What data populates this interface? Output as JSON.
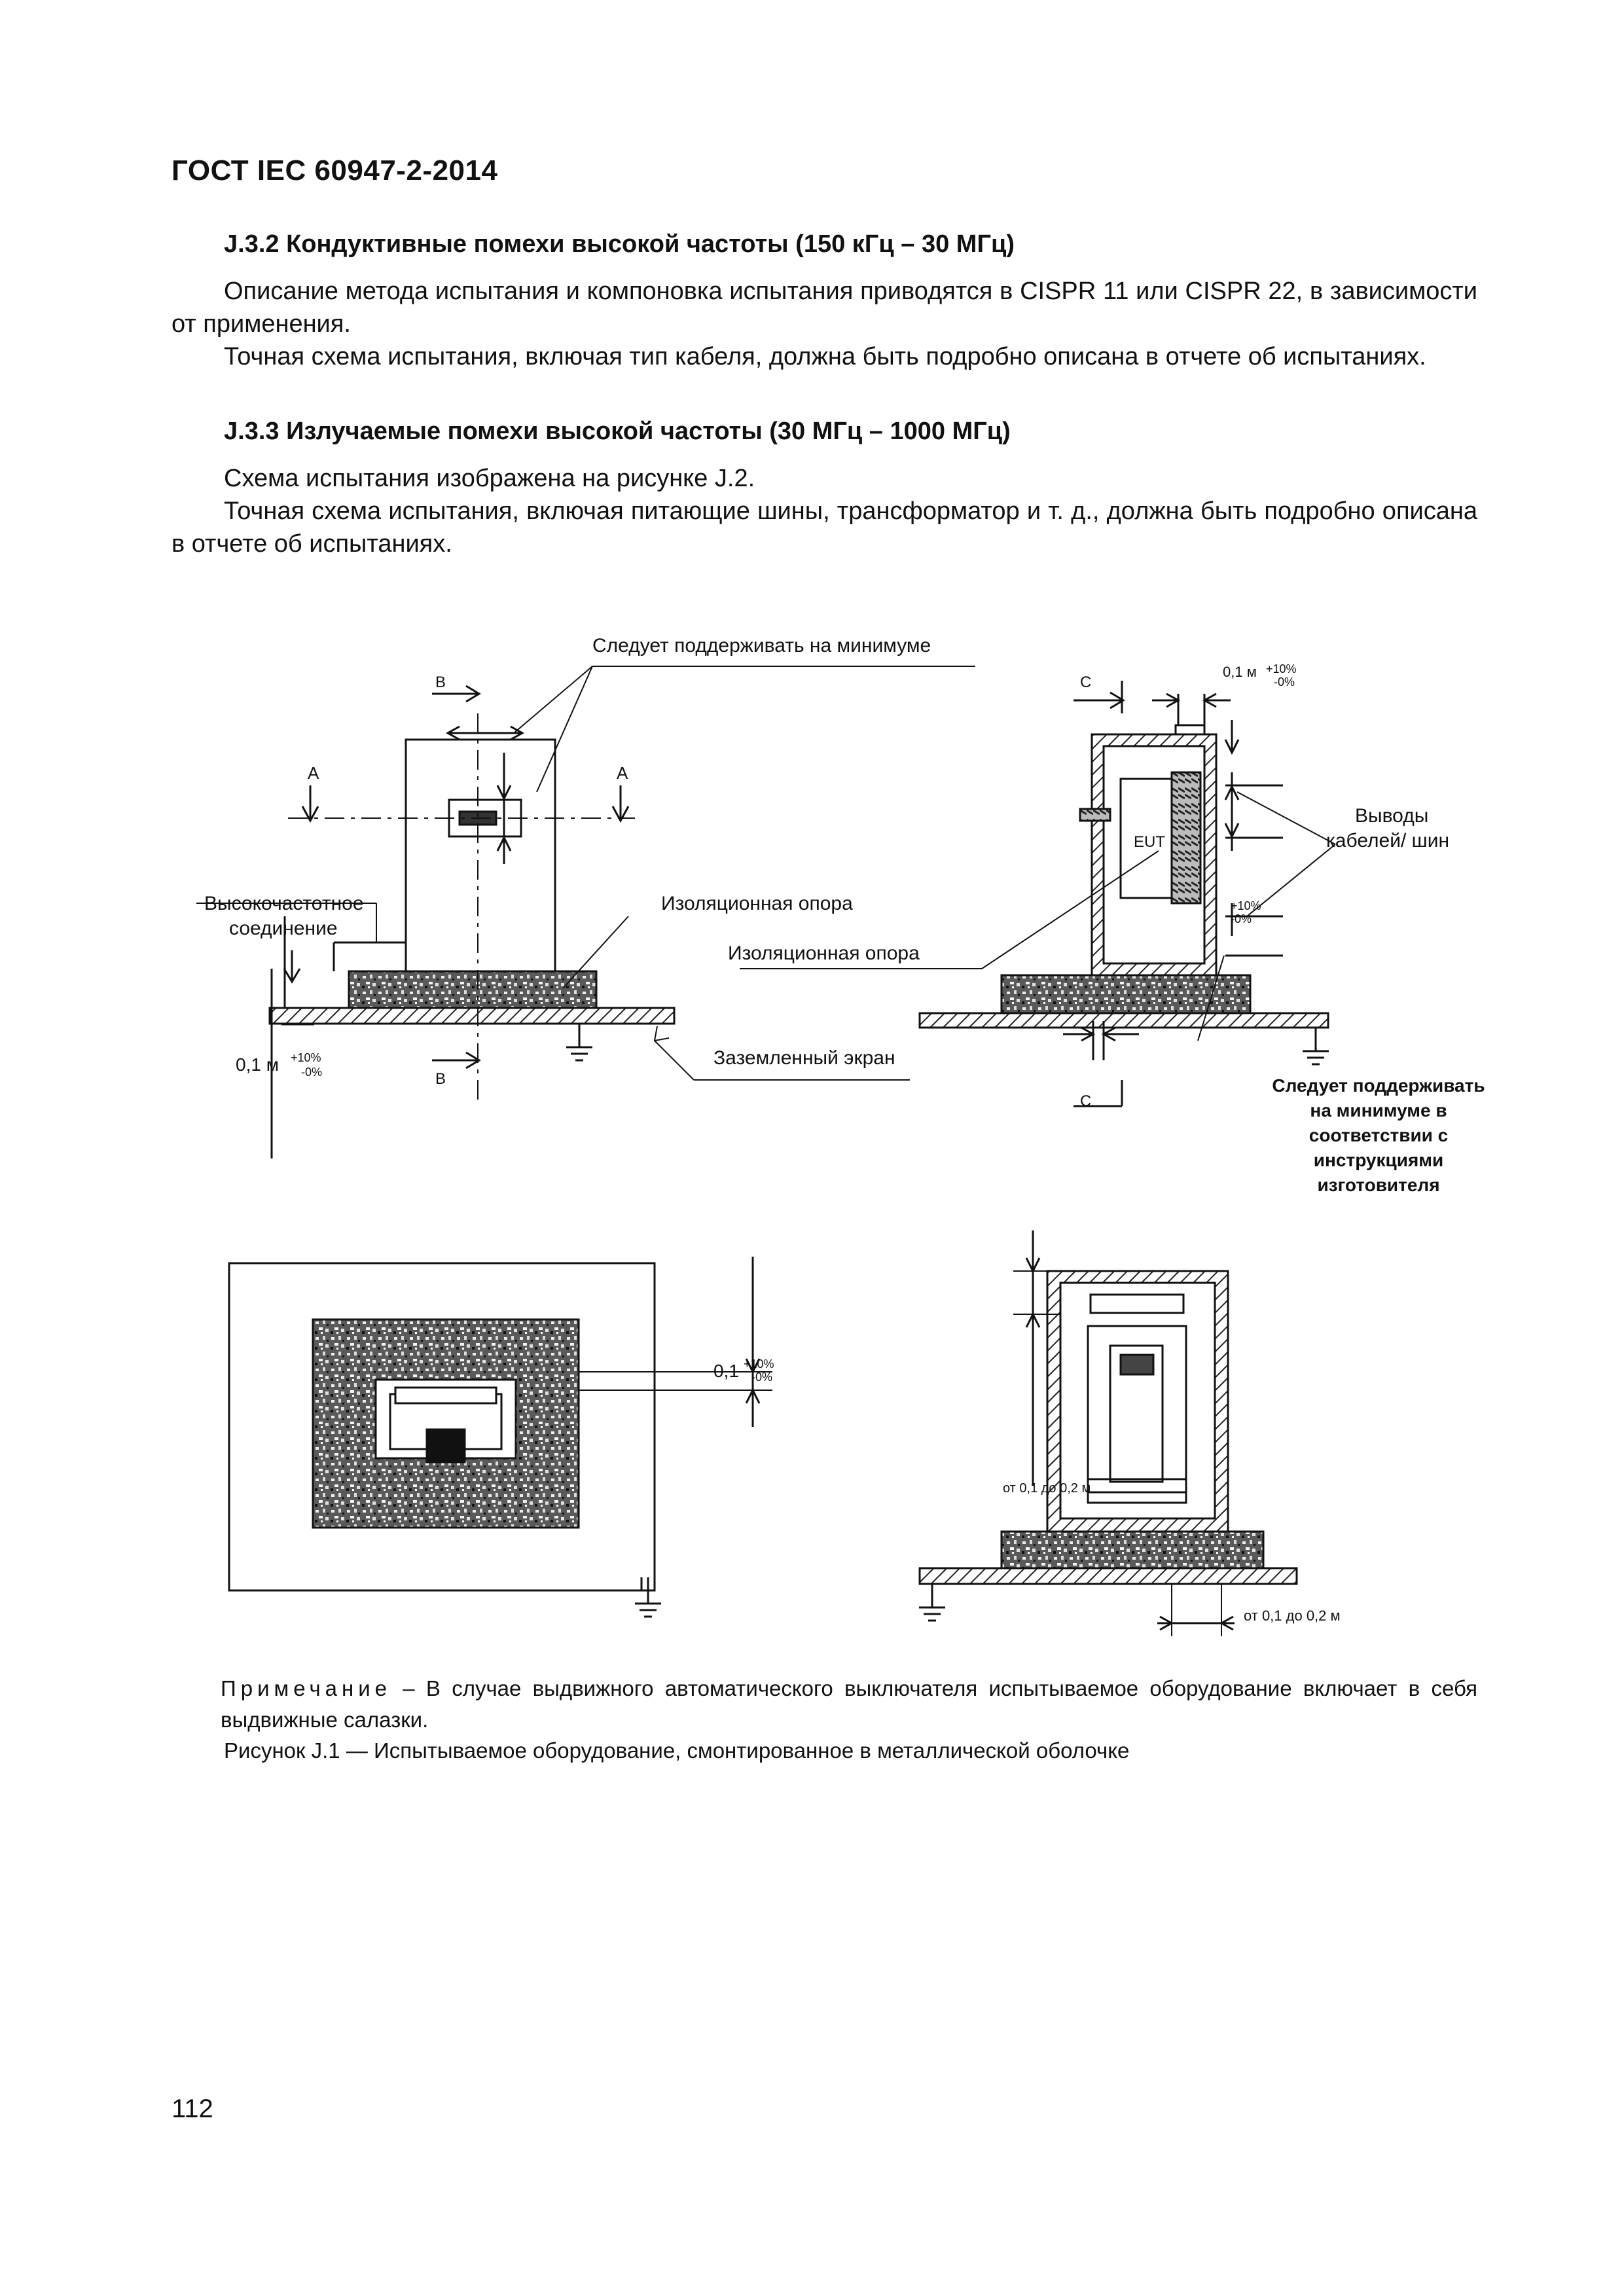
{
  "header": {
    "doc_id": "ГОСТ IEC 60947-2-2014"
  },
  "sections": [
    {
      "heading": "J.3.2 Кондуктивные помехи высокой частоты (150 кГц – 30 МГц)",
      "paragraphs": [
        "Описание метода испытания и компоновка испытания приводятся в CISPR 11 или CISPR 22, в зависимости от применения.",
        "Точная схема испытания, включая тип кабеля, должна быть подробно описана в отчете об испытаниях."
      ]
    },
    {
      "heading": "J.3.3 Излучаемые помехи высокой частоты (30 МГц – 1000 МГц)",
      "paragraphs": [
        "Схема испытания изображена на рисунке J.2.",
        "Точная схема испытания, включая питающие шины, трансформатор и т. д., должна быть подробно описана в отчете об испытаниях."
      ]
    }
  ],
  "figure": {
    "labels": {
      "keep_min": "Следует поддерживать на минимуме",
      "hf_connection_1": "Высокочастотное",
      "hf_connection_2": "соединение",
      "insulating_support_1": "Изоляционная опора",
      "insulating_support_2": "Изоляционная опора",
      "grounded_screen": "Заземленный экран",
      "cable_outputs_1": "Выводы",
      "cable_outputs_2": "кабелей/ шин",
      "keep_min_mfr_1": "Следует поддерживать",
      "keep_min_mfr_2": "на минимуме в",
      "keep_min_mfr_3": "соответствии с",
      "keep_min_mfr_4": "инструкциями",
      "keep_min_mfr_5": "изготовителя",
      "eut": "EUT",
      "section_a": "A",
      "section_b": "B",
      "section_c": "C",
      "dim_01": "0,1 м",
      "dim_01_short": "0,1",
      "dim_tol_plus": "+10%",
      "dim_tol_minus": "-0%",
      "dim_range_1": "от 0,1 до 0,2 м",
      "dim_range_2": "от 0,1 до 0,2 м"
    },
    "note_prefix": "Примечание",
    "note_text": " – В случае выдвижного автоматического выключателя испытываемое оборудование включает в себя выдвижные салазки.",
    "caption": "Рисунок J.1 — Испытываемое оборудование, смонтированное в металлической оболочке"
  },
  "page_number": "112"
}
